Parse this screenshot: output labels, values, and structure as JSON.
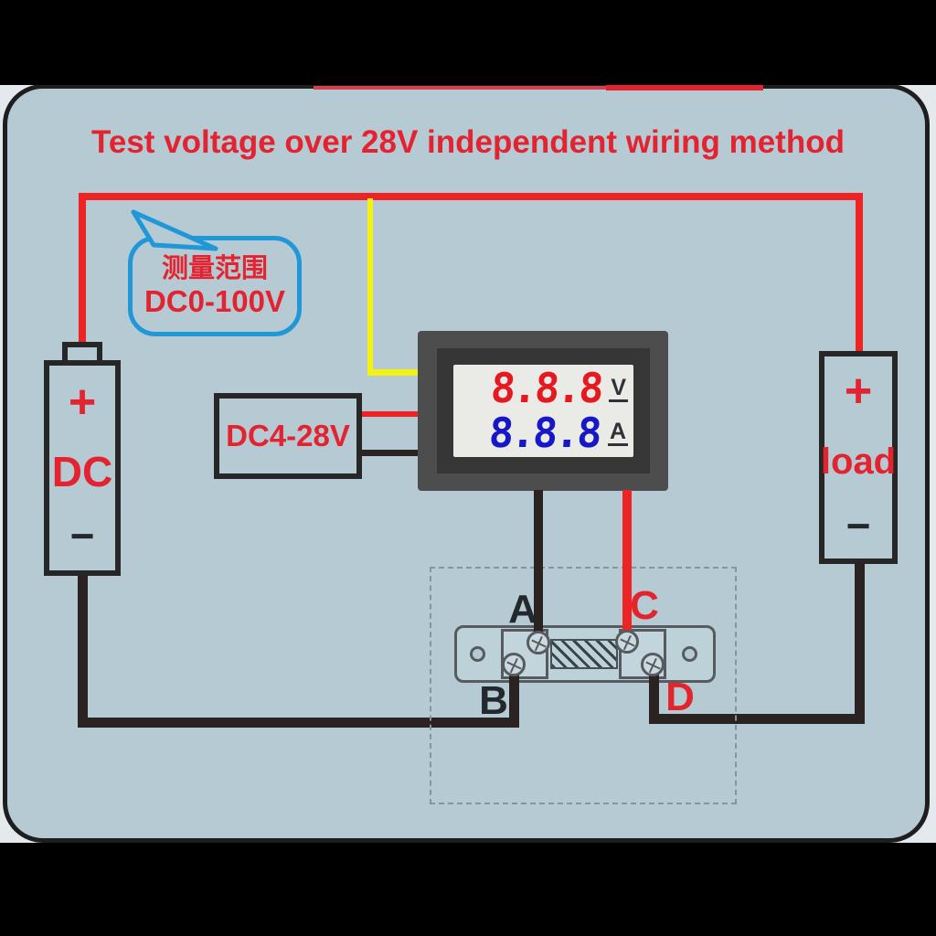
{
  "title": "Test voltage over 28V independent wiring method",
  "callout": {
    "line1": "测量范围",
    "line2": "DC0-100V"
  },
  "dc_source": {
    "plus": "+",
    "label": "DC",
    "minus": "−"
  },
  "load": {
    "plus": "+",
    "label": "load",
    "minus": "−"
  },
  "module_box": {
    "label": "DC4-28V"
  },
  "meter": {
    "voltage_value": "8.8.8",
    "voltage_unit": "V",
    "current_value": "8.8.8",
    "current_unit": "A"
  },
  "shunt": {
    "terminal_a": "A",
    "terminal_b": "B",
    "terminal_c": "C",
    "terminal_d": "D"
  },
  "colors": {
    "panel_background": "#b5cad3",
    "title_red": "#e32330",
    "callout_blue": "#2097d6",
    "positive_wire": "#ee2424",
    "signal_wire": "#f2f215",
    "negative_wire": "#2a2321",
    "volt_digit_red": "#e51a20",
    "amp_digit_blue": "#1618c8"
  }
}
